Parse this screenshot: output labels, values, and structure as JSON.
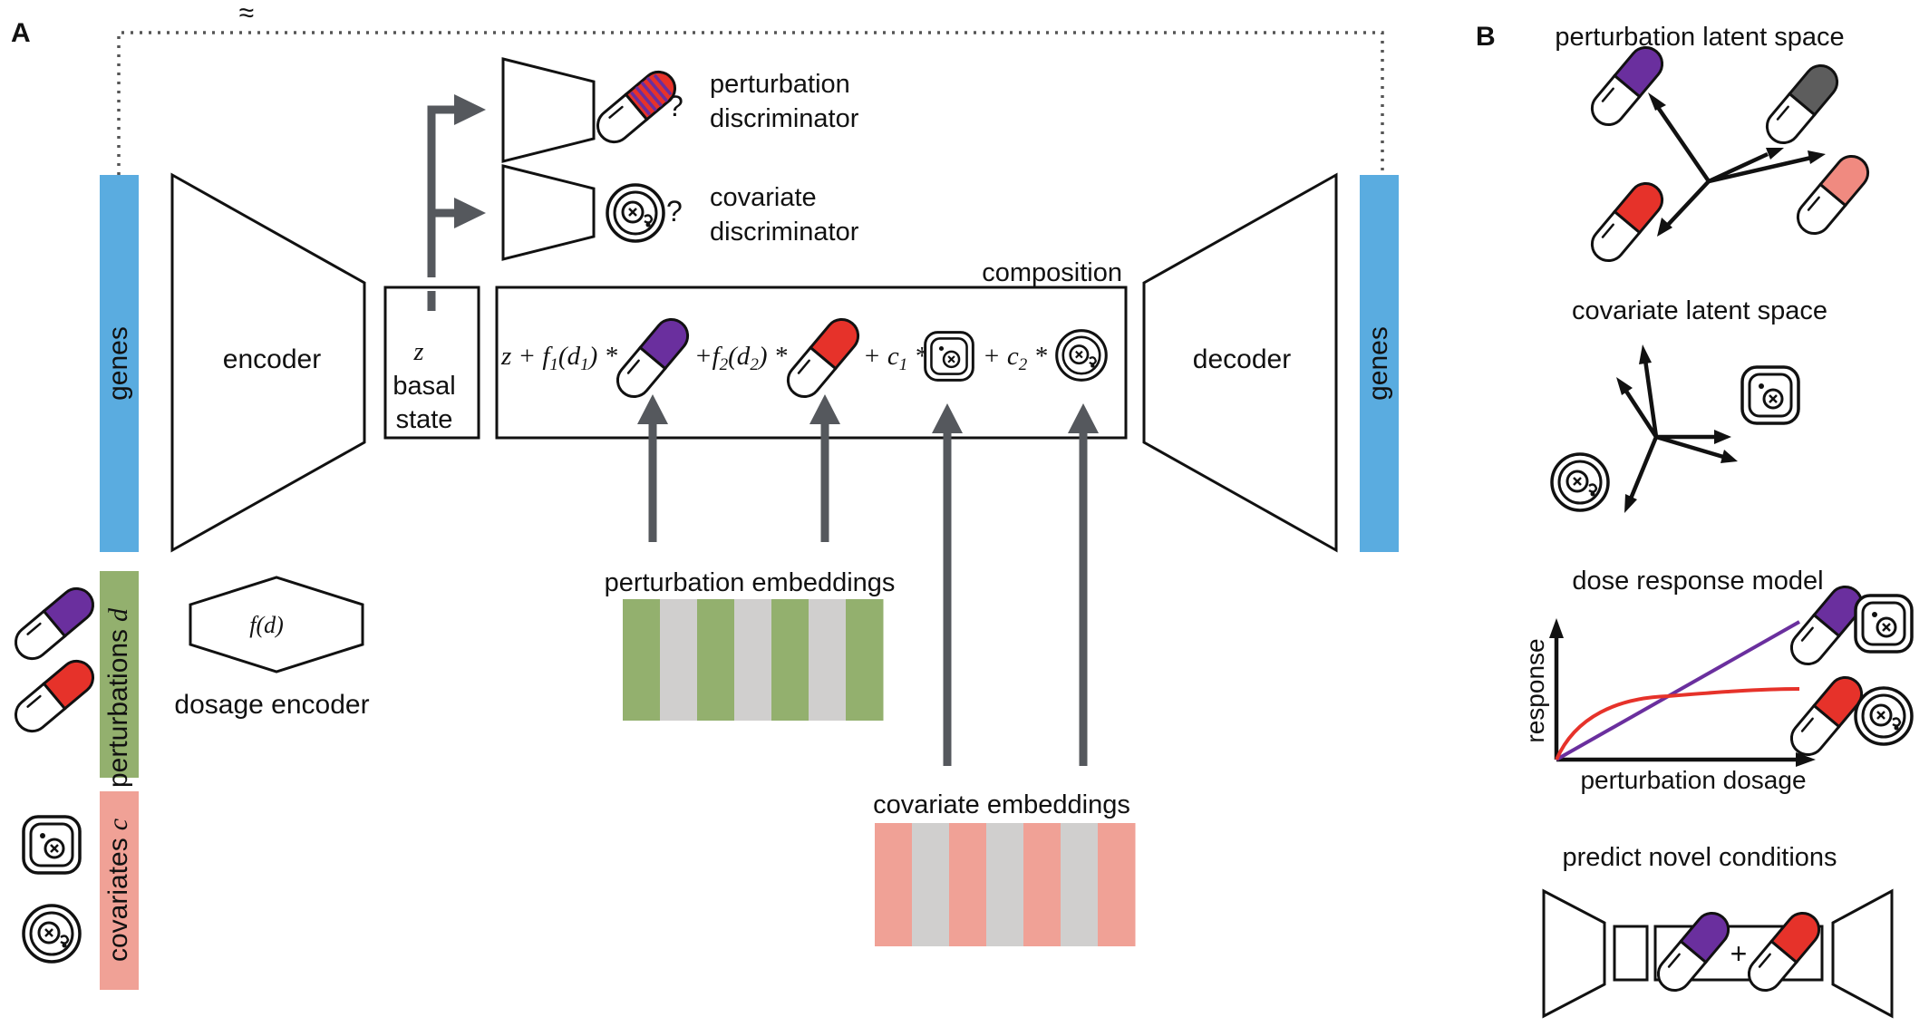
{
  "panel_labels": {
    "a": "A",
    "b": "B"
  },
  "approx_symbol": "≈",
  "left_bars": {
    "genes": "genes",
    "perturbations": "perturbations",
    "perturbations_var": "d",
    "covariates": "covariates",
    "covariates_var": "c",
    "genes_right": "genes"
  },
  "encoder": {
    "label": "encoder"
  },
  "decoder": {
    "label": "decoder"
  },
  "dosage_encoder": {
    "inside": "f(d)",
    "label": "dosage encoder"
  },
  "basal": {
    "z": "z",
    "line1": "basal",
    "line2": "state"
  },
  "discriminators": {
    "perturbation": {
      "line1": "perturbation",
      "line2": "discriminator",
      "q": "?"
    },
    "covariate": {
      "line1": "covariate",
      "line2": "discriminator",
      "q": "?"
    }
  },
  "composition": {
    "title": "composition",
    "t1": "z + ",
    "f1": "f",
    "sub1": "1",
    "d1": "(d",
    "sub_d1": "1",
    "close1": ") *",
    "t2": "+",
    "f2": "f",
    "sub2": "2",
    "d2": "(d",
    "sub_d2": "2",
    "close2": ") *",
    "t3": "+ c",
    "sub3": "1",
    "star3": " *",
    "t4": "+ c",
    "sub4": "2",
    "star4": " *"
  },
  "embeddings": {
    "perturbation_label": "perturbation embeddings",
    "covariate_label": "covariate embeddings"
  },
  "panel_b": {
    "pert_space_title": "perturbation latent space",
    "cov_space_title": "covariate latent space",
    "dose_title": "dose response model",
    "dose_ylabel": "response",
    "dose_xlabel": "perturbation dosage",
    "predict_title": "predict novel conditions",
    "plus": "+"
  },
  "colors": {
    "genes_blue": "#5aace0",
    "perturb_green": "#93b06e",
    "covariate_pink": "#f0a196",
    "purple": "#6a2f9e",
    "red": "#e6322a",
    "gray_pill": "#5d5d5d",
    "light_red": "#f08a80",
    "embed_gray": "#d0cfce",
    "arrow_gray": "#55585d"
  }
}
